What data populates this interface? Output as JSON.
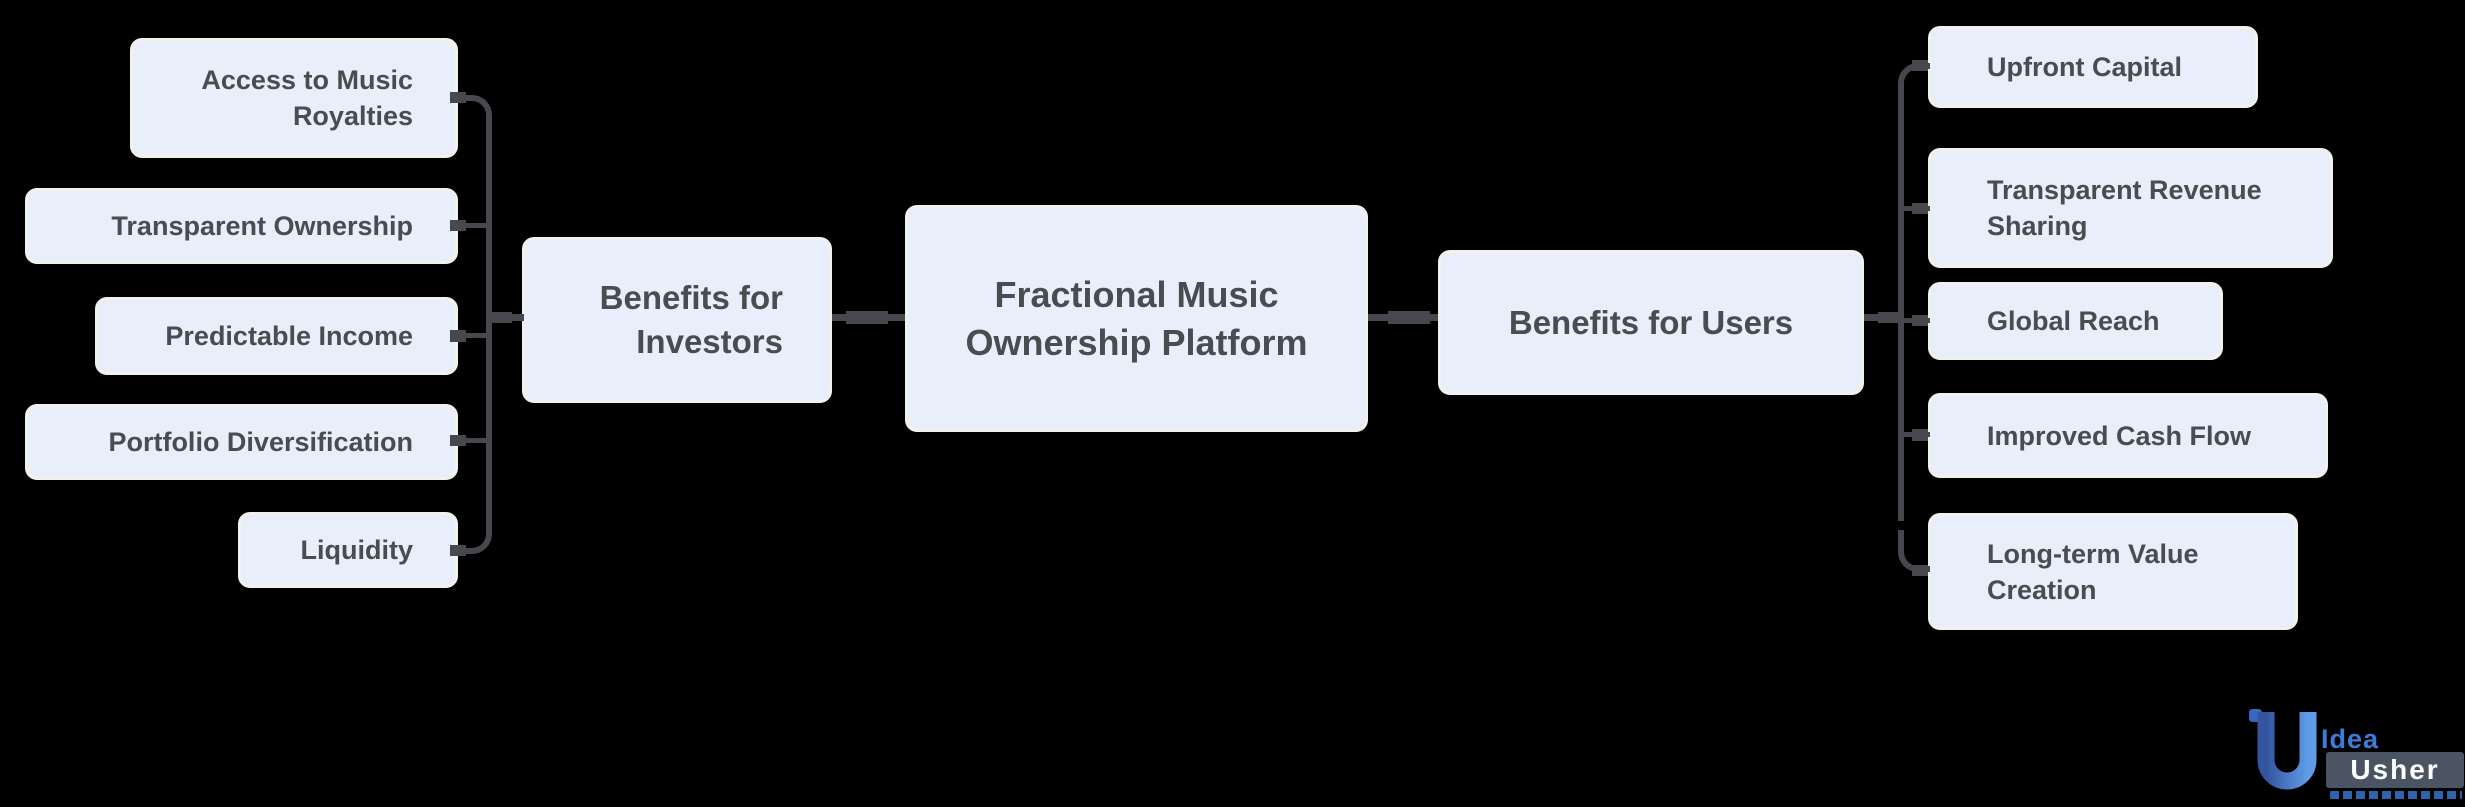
{
  "mindmap": {
    "root": {
      "label": "Fractional Music\nOwnership Platform"
    },
    "branches": [
      {
        "label": "Benefits for\nInvestors",
        "side": "left",
        "children": [
          "Access to Music\nRoyalties",
          "Transparent Ownership",
          "Predictable Income",
          "Portfolio Diversification",
          "Liquidity"
        ]
      },
      {
        "label": "Benefits for Users",
        "side": "right",
        "children": [
          "Upfront Capital",
          "Transparent Revenue\nSharing",
          "Global Reach",
          "Improved Cash Flow",
          "Long-term Value\nCreation"
        ]
      }
    ]
  },
  "colors": {
    "canvas_bg": "#000000",
    "node_fill": "#E8EEFA",
    "node_border": "#F2F1EC",
    "node_text": "#494C50",
    "connector": "#46484D",
    "logo_blue": "#3C7CD8",
    "usher_bg": "#4A5462",
    "usher_text": "#FFFFFF"
  },
  "logo": {
    "word_top": "Idea",
    "word_bottom": "Usher"
  }
}
